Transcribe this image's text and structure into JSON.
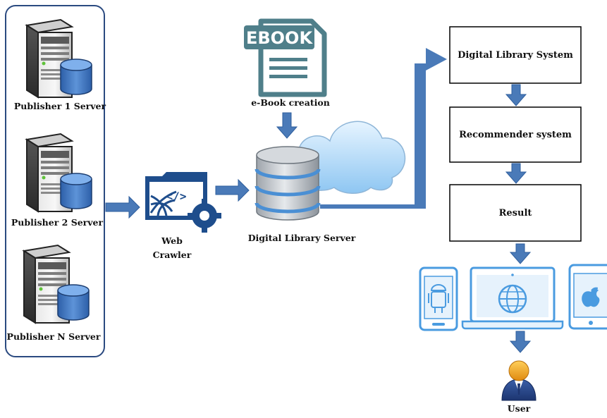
{
  "publishers": {
    "p1": "Publisher 1 Server",
    "p2": "Publisher 2 Server",
    "pn": "Publisher N Server"
  },
  "crawler": {
    "line1": "Web",
    "line2": "Crawler"
  },
  "ebook": {
    "badge": "EBOOK",
    "label": "e-Book creation"
  },
  "server_label": "Digital Library Server",
  "flow": {
    "box1": "Digital Library System",
    "box2": "Recommender system",
    "box3": "Result"
  },
  "user_label": "User",
  "colors": {
    "arrow": "#4a7ab8",
    "arrow_dark": "#2f5f9e",
    "device": "#4a9be0",
    "ebook_teal": "#4f7f8a"
  },
  "icons": {
    "server": "server-with-database-icon",
    "crawler": "web-crawler-icon",
    "ebook": "ebook-document-icon",
    "cloud": "cloud-icon",
    "database": "database-stack-icon",
    "phone": "android-phone-icon",
    "laptop": "laptop-globe-icon",
    "tablet": "apple-tablet-icon",
    "user": "user-avatar-icon"
  }
}
